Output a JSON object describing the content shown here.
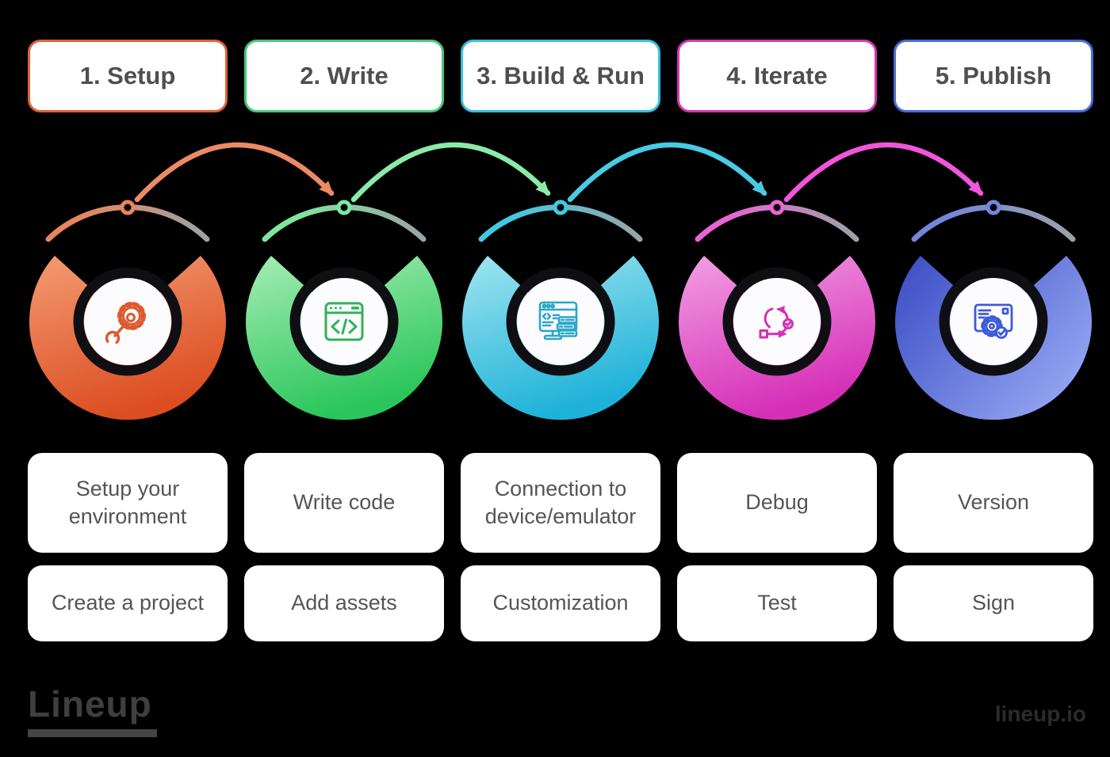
{
  "steps": [
    {
      "label": "1. Setup",
      "border_color": "#E0603A",
      "gradient_from": "#F49B72",
      "gradient_to": "#DC4E22",
      "icon": "gear-wrench-icon",
      "icon_color": "#DE5A2D",
      "arc_color": "#EC8A64",
      "ring_color": "#E8845F",
      "tasks": [
        "Setup your environment",
        "Create a project"
      ]
    },
    {
      "label": "2. Write",
      "border_color": "#48C87A",
      "gradient_from": "#A6EDB4",
      "gradient_to": "#2AC65B",
      "icon": "code-window-icon",
      "icon_color": "#2FB35A",
      "arc_color": "#8BEAA8",
      "ring_color": "#7FE6A0",
      "tasks": [
        "Write code",
        "Add assets"
      ]
    },
    {
      "label": "3. Build & Run",
      "border_color": "#38BEDC",
      "gradient_from": "#A0E5EF",
      "gradient_to": "#1EB2D9",
      "icon": "device-emulator-icon",
      "icon_color": "#28A8C8",
      "arc_color": "#48CBE4",
      "ring_color": "#43C8E2",
      "tasks": [
        "Connection to device/emulator",
        "Customization"
      ]
    },
    {
      "label": "4. Iterate",
      "border_color": "#D338B5",
      "gradient_from": "#F2A0E3",
      "gradient_to": "#D52FB7",
      "icon": "sprint-loop-icon",
      "icon_color": "#D62FB4",
      "arc_color": "#F055DC",
      "ring_color": "#E765D5",
      "tasks": [
        "Debug",
        "Test"
      ]
    },
    {
      "label": "5. Publish",
      "border_color": "#4A6AE2",
      "gradient_from": "#3D4FC5",
      "gradient_to": "#98A9F4",
      "icon": "release-gear-icon",
      "icon_color": "#3E5BD8",
      "ring_color": "#7386DC",
      "tasks": [
        "Version",
        "Sign"
      ]
    }
  ],
  "colors": {
    "background": "#000000",
    "surface": "#FCFBFD",
    "inner_ring": "#0E0E13",
    "ring_fade": "#9BA3A6",
    "step_text": "#4F4F4F",
    "task_text": "#555555",
    "logo_text_color": "#3F3F3F",
    "watermark_color": "#2B2B2B"
  },
  "footer": {
    "logo": "Lineup",
    "watermark": "lineup.io"
  }
}
